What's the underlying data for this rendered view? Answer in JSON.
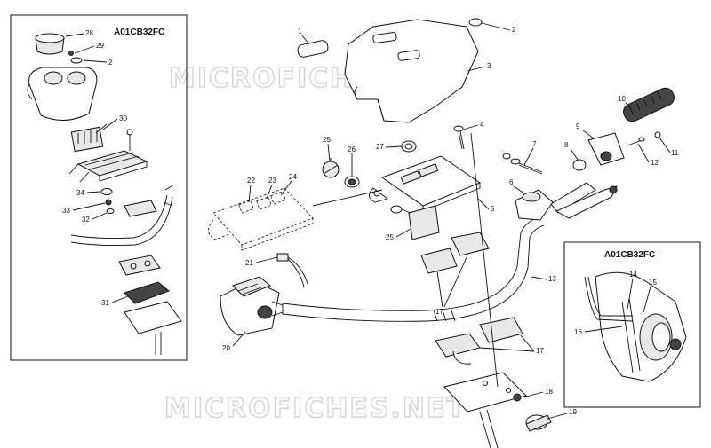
{
  "inset_left": {
    "header": "A01CB32FC"
  },
  "inset_right": {
    "header": "A01CB32FC"
  },
  "watermarks": [
    "MICROFICHES.NET",
    "MICROFICHES.NET"
  ],
  "labels": {
    "n1": "1",
    "n2": "2",
    "n2b": "2",
    "n3": "3",
    "n4": "4",
    "n5": "5",
    "n6": "6",
    "n7": "7",
    "n8": "8",
    "n9": "9",
    "n10": "10",
    "n11": "11",
    "n12": "12",
    "n13": "13",
    "n14": "14",
    "n15": "15",
    "n16": "16",
    "n17": "17",
    "n17b": "17",
    "n18": "18",
    "n19": "19",
    "n20": "20",
    "n21": "21",
    "n22": "22",
    "n23": "23",
    "n24": "24",
    "n25": "25",
    "n25b": "25",
    "n26": "26",
    "n27": "27",
    "n28": "28",
    "n29": "29",
    "n30": "30",
    "n31": "31",
    "n32": "32",
    "n33": "33",
    "n34": "34"
  }
}
